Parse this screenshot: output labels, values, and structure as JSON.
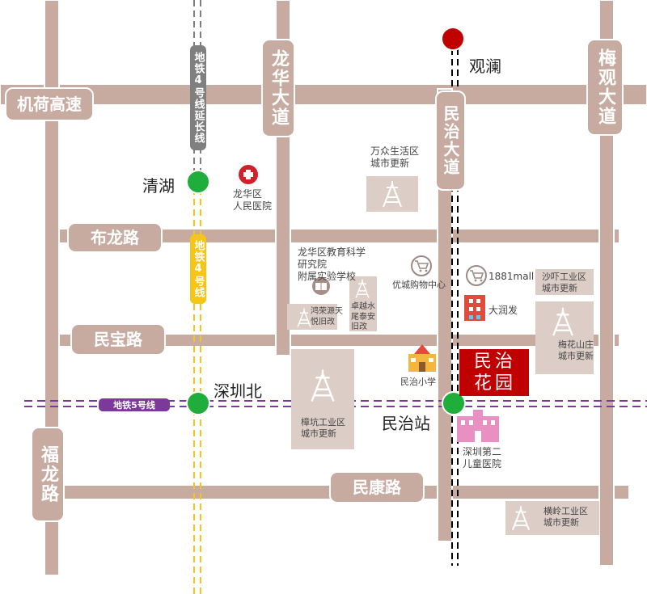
{
  "roads": {
    "jihe": "机荷高速",
    "longhua": "龙华大道",
    "minzhi_ave": "民治大道",
    "meiguan": "梅观大道",
    "bulong": "布龙路",
    "minbao": "民宝路",
    "fulong": "福龙路",
    "minkang": "民康路"
  },
  "metro": {
    "line4_ext": "地铁4号线延长线",
    "line4": "地铁4号线",
    "line5": "地铁5号线"
  },
  "stations": {
    "guanlan": "观澜",
    "qinghu": "清湖",
    "shenzhenbei": "深圳北",
    "minzhi": "民治站"
  },
  "pois": {
    "wanzhong": [
      "万众生活区",
      "城市更新"
    ],
    "hospital": [
      "龙华区",
      "人民医院"
    ],
    "school": [
      "龙华区教育科学",
      "研究院",
      "附属实验学校"
    ],
    "hongrong": [
      "鸿荣源天",
      "悦旧改"
    ],
    "zhuohui": [
      "卓越水",
      "尾泰安",
      "旧改"
    ],
    "youcheng": "优城购物中心",
    "mall1881": "1881mall",
    "shaye": [
      "沙吓工业区",
      "城市更新"
    ],
    "darunfa": "大润发",
    "meihua": [
      "梅花山庄",
      "城市更新"
    ],
    "primary_school": "民治小学",
    "huakeng": [
      "樟坑工业区",
      "城市更新"
    ],
    "childrens_hospital": [
      "深圳第二",
      "儿童医院"
    ],
    "hengling": [
      "横岭工业区",
      "城市更新"
    ]
  },
  "project": [
    "民治",
    "花园"
  ],
  "colors": {
    "road": "#c7aba0",
    "line4_ext": "#7f7f7f",
    "line4": "#f5c518",
    "line5": "#7b3a9a",
    "station": "#1fae3c",
    "highlight": "#c00000",
    "guanlan_marker": "#c00000"
  }
}
